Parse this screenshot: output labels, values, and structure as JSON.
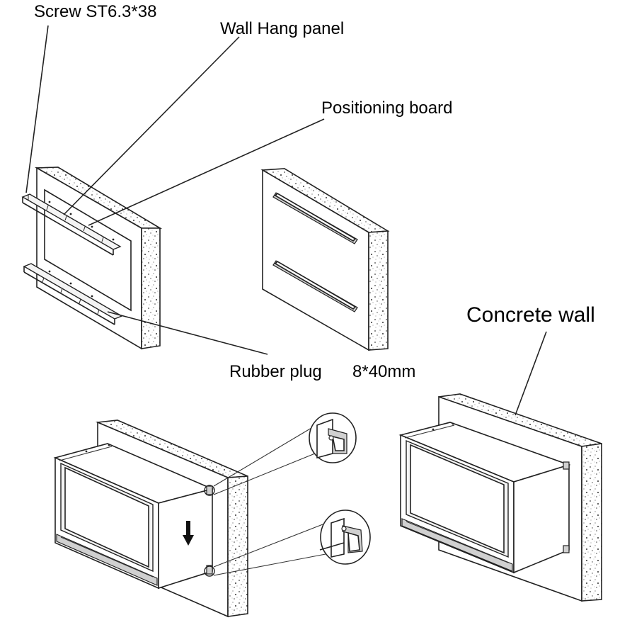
{
  "labels": {
    "screw": "Screw ST6.3*38",
    "wall_hang_panel": "Wall Hang panel",
    "positioning_board": "Positioning board",
    "rubber_plug": "Rubber plug",
    "rubber_plug_size": "8*40mm",
    "concrete_wall": "Concrete wall"
  },
  "arrow": "down"
}
